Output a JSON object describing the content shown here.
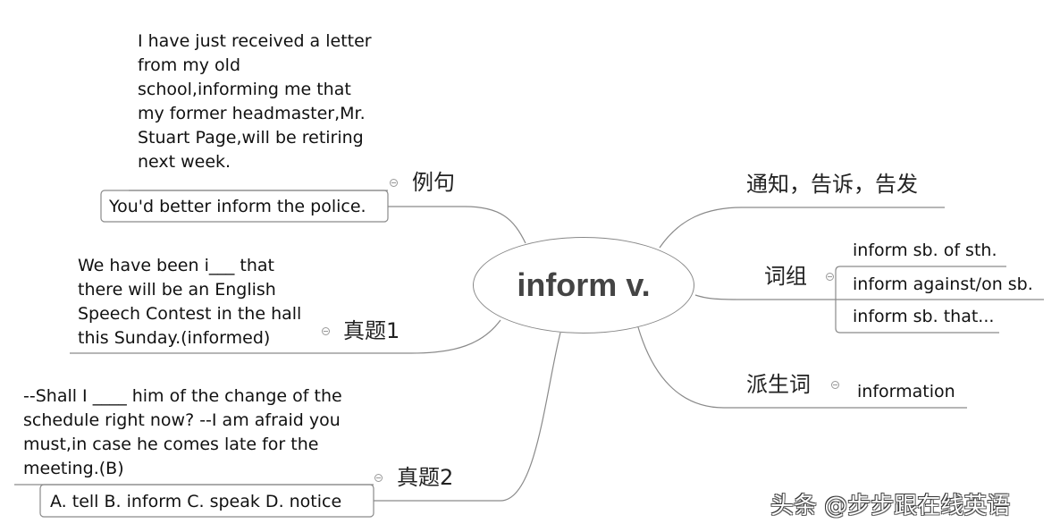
{
  "central_topic": "inform v.",
  "branches": {
    "meaning": {
      "label": "通知，告诉，告发"
    },
    "phrases": {
      "label": "词组",
      "items": [
        "inform sb. of sth.",
        "inform against/on sb.",
        "inform sb. that..."
      ]
    },
    "derivatives": {
      "label": "派生词",
      "items": [
        "information"
      ]
    },
    "examples": {
      "label": "例句",
      "items": [
        [
          "I have just received a letter",
          "from my old",
          "school,informing me that",
          "my former headmaster,Mr.",
          "Stuart Page,will be retiring",
          "next week."
        ],
        [
          "You'd better inform the police."
        ]
      ]
    },
    "exam1": {
      "label": "真题1",
      "lines": [
        "We have been i___ that",
        "there will be an English",
        "Speech Contest in the hall",
        "this Sunday.(informed)"
      ]
    },
    "exam2": {
      "label": "真题2",
      "lines": [
        "--Shall I ____ him of the change of the",
        "schedule right now?  --I am afraid you",
        "must,in case he comes late for the",
        "meeting.(B)"
      ],
      "options": "A. tell  B. inform  C. speak  D. notice"
    }
  },
  "watermark": "头条 @步步跟在线英语",
  "colors": {
    "line": "#8a8a8a",
    "center_text": "#444444"
  }
}
